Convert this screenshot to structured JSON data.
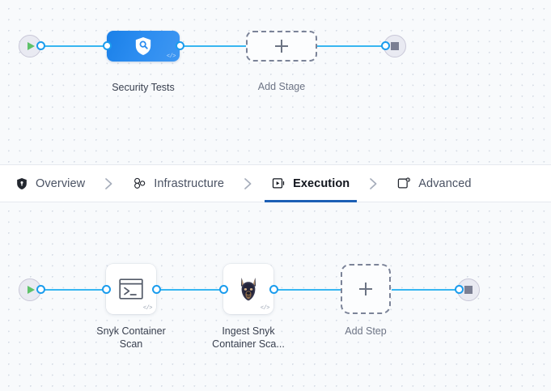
{
  "theme": {
    "canvas_bg": "#f8fafc",
    "dot_color": "#d7dde6",
    "wire_color": "#38b6f1",
    "port_color": "#1a9ced",
    "stage_node_blue": "#2b8cf0",
    "active_tab_underline": "#1c5fb5",
    "play_green": "#5ec26a",
    "stop_grey": "#7b7f93"
  },
  "stage_graph": {
    "name": "pipeline-stage-canvas",
    "start_node": {
      "icon": "play-icon",
      "label": ""
    },
    "end_node": {
      "icon": "stop-icon",
      "label": ""
    },
    "nodes": [
      {
        "id": "security-tests",
        "label": "Security Tests",
        "icon": "shield-search-icon",
        "badge": "</>",
        "type": "stage"
      },
      {
        "id": "add-stage",
        "label": "Add Stage",
        "icon": "plus-icon",
        "type": "placeholder"
      }
    ]
  },
  "tabs": {
    "name": "pipeline-tabs",
    "items": [
      {
        "id": "overview",
        "label": "Overview",
        "icon": "shield-icon",
        "active": false
      },
      {
        "id": "infrastructure",
        "label": "Infrastructure",
        "icon": "cluster-nodes-icon",
        "active": false
      },
      {
        "id": "execution",
        "label": "Execution",
        "icon": "play-square-icon",
        "active": true
      },
      {
        "id": "advanced",
        "label": "Advanced",
        "icon": "gear-card-icon",
        "active": false
      }
    ],
    "separator": "chevron-right-icon"
  },
  "step_graph": {
    "name": "pipeline-step-canvas",
    "start_node": {
      "icon": "play-icon",
      "label": ""
    },
    "end_node": {
      "icon": "stop-icon",
      "label": ""
    },
    "nodes": [
      {
        "id": "snyk-container-scan",
        "label": "Snyk Container\nScan",
        "icon": "terminal-icon",
        "badge": "</>",
        "type": "step"
      },
      {
        "id": "ingest-snyk-container-scan",
        "label": "Ingest Snyk\nContainer Sca...",
        "icon": "snyk-doberman-icon",
        "badge": "</>",
        "type": "step"
      },
      {
        "id": "add-step",
        "label": "Add Step",
        "icon": "plus-icon",
        "type": "placeholder"
      }
    ]
  }
}
